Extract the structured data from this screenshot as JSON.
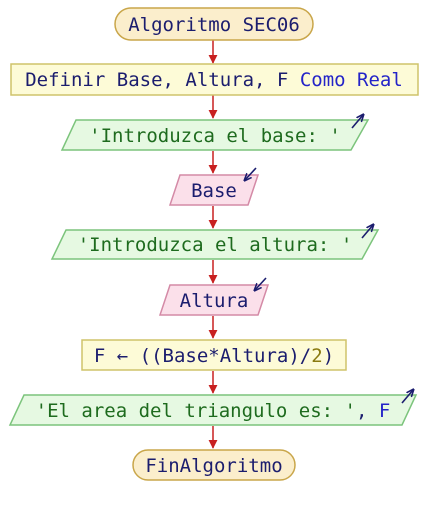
{
  "flowchart": {
    "start_label": "Algoritmo SEC06",
    "define": {
      "keyword": "Definir",
      "vars": "Base, Altura, F",
      "type_keyword": "Como Real"
    },
    "output1": "'Introduzca el base: '",
    "input1": "Base",
    "output2": "'Introduzca el altura: '",
    "input2": "Altura",
    "assign": {
      "target": "F",
      "arrow": "←",
      "expr_open": "((Base*Altura)/",
      "expr_num": "2",
      "expr_close": ")"
    },
    "output3": {
      "string": "'El area del triangulo es: '",
      "sep": ",",
      "var": "F"
    },
    "end_label": "FinAlgoritmo"
  },
  "colors": {
    "terminal_fill": "#fbeecc",
    "terminal_stroke": "#c9a64a",
    "process_fill": "#fdfbd7",
    "process_stroke": "#cfc36a",
    "output_fill": "#e6f9e2",
    "output_stroke": "#7cc47c",
    "input_fill": "#fbe0ea",
    "input_stroke": "#d48aa6",
    "connector": "#c82020",
    "io_arrow": "#1b1d6e"
  },
  "icons": {
    "output_marker": "arrow-up-right-icon",
    "input_marker": "arrow-down-left-icon"
  }
}
